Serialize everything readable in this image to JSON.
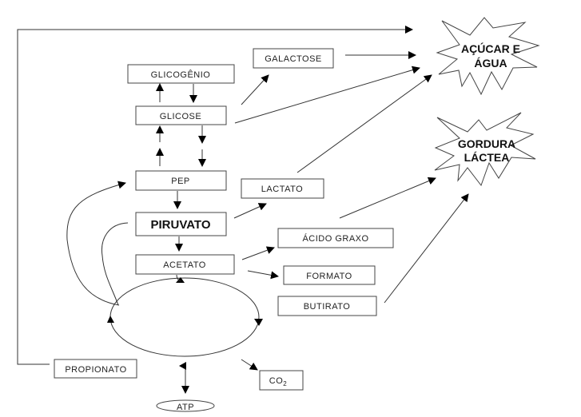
{
  "nodes": {
    "glicogenio": "GLICOGÊNIO",
    "glicose": "GLICOSE",
    "galactose": "GALACTOSE",
    "pep": "PEP",
    "lactato": "LACTATO",
    "piruvato": "PIRUVATO",
    "acetato": "ACETATO",
    "acido_graxo": "ÁCIDO GRAXO",
    "formato": "FORMATO",
    "butirato": "BUTIRATO",
    "propionato": "PROPIONATO",
    "co2": "CO",
    "co2_sub": "2",
    "atp": "ATP"
  },
  "outputs": {
    "acucar_line1": "AÇÚCAR E",
    "acucar_line2": "ÁGUA",
    "gordura_line1": "GORDURA",
    "gordura_line2": "LÁCTEA"
  },
  "edges": [
    {
      "from": "GLICOGÊNIO",
      "to": "GLICOSE"
    },
    {
      "from": "GLICOSE",
      "to": "GLICOGÊNIO"
    },
    {
      "from": "GLICOSE",
      "to": "PEP"
    },
    {
      "from": "PEP",
      "to": "GLICOSE"
    },
    {
      "from": "GLICOSE",
      "to": "GALACTOSE"
    },
    {
      "from": "GLICOSE",
      "to": "AÇÚCAR E ÁGUA"
    },
    {
      "from": "GALACTOSE",
      "to": "AÇÚCAR E ÁGUA"
    },
    {
      "from": "LACTATO",
      "to": "AÇÚCAR E ÁGUA"
    },
    {
      "from": "PROPIONATO",
      "to": "AÇÚCAR E ÁGUA"
    },
    {
      "from": "PEP",
      "to": "PIRUVATO"
    },
    {
      "from": "PIRUVATO",
      "to": "LACTATO"
    },
    {
      "from": "PIRUVATO",
      "to": "ACETATO"
    },
    {
      "from": "ACETATO",
      "to": "ÁCIDO GRAXO"
    },
    {
      "from": "ACETATO",
      "to": "FORMATO"
    },
    {
      "from": "ACETATO",
      "to": "CICLO"
    },
    {
      "from": "ÁCIDO GRAXO",
      "to": "GORDURA LÁCTEA"
    },
    {
      "from": "BUTIRATO",
      "to": "GORDURA LÁCTEA"
    },
    {
      "from": "CICLO",
      "to": "PEP"
    },
    {
      "from": "CICLO",
      "to": "CO2"
    },
    {
      "from": "CICLO",
      "to": "ATP"
    }
  ]
}
